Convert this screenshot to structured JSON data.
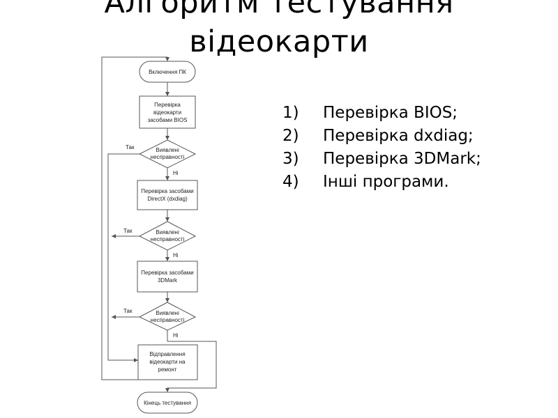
{
  "slide": {
    "title_line1": "Алгоритм тестування",
    "title_line2": "відеокарти"
  },
  "flowchart": {
    "start": "Включення ПК",
    "step_bios": [
      "Перевірка",
      "відеокарти",
      "засобами BIOS"
    ],
    "step_dxdiag": [
      "Перевірка засобами",
      "DirectX (dxdiag)"
    ],
    "step_3dmark": [
      "Перевірка засобами",
      "3DMark"
    ],
    "decision": [
      "Виявлені",
      "несправності"
    ],
    "yes_label": "Так",
    "no_label": "Ні",
    "repair": [
      "Відправлення",
      "відеокарти на",
      "ремонт"
    ],
    "end": "Кінець тестування"
  },
  "list": {
    "items": [
      {
        "num": "1)",
        "text": "Перевірка BIOS;"
      },
      {
        "num": "2)",
        "text": "Перевірка dxdiag;"
      },
      {
        "num": "3)",
        "text": "Перевірка 3DMark;"
      },
      {
        "num": "4)",
        "text": "Інші програми."
      }
    ]
  },
  "colors": {
    "stroke": "#555555",
    "text": "#000000"
  }
}
